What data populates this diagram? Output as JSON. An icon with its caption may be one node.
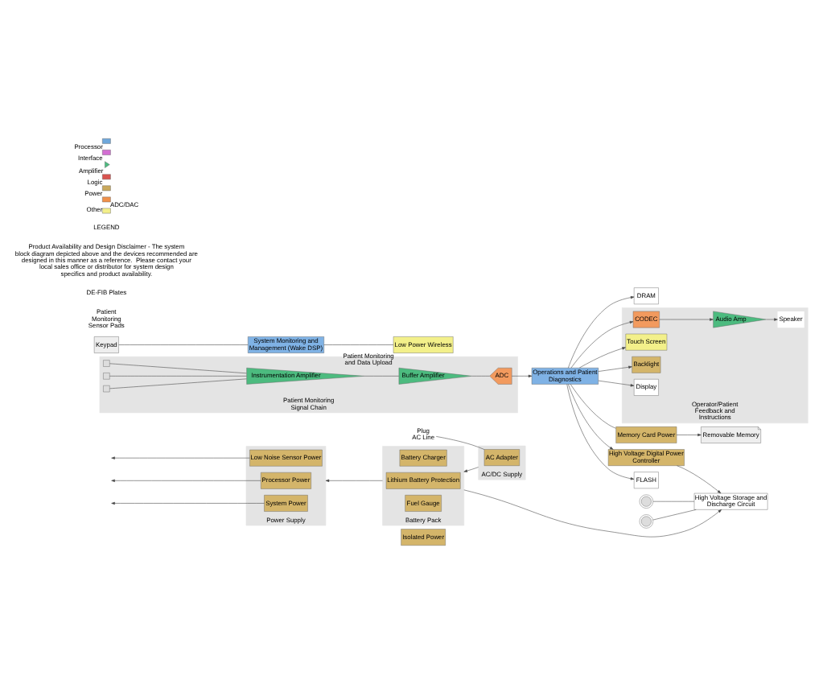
{
  "diagram": {
    "nodes": [
      {
        "text": [
          "Isolated Power"
        ]
      },
      {
        "text": [
          "Patient Monitoring Signal Chain"
        ]
      },
      {
        "text": [],
        "shape": "box",
        "in": 1
      },
      {
        "text": [],
        "shape": "box",
        "in": 1
      },
      {
        "text": [],
        "shape": "box",
        "in": 1
      },
      {
        "text": [
          "Instrumentation Amplifier"
        ],
        "in": 1
      },
      {
        "text": [
          "Buffer Amplifier"
        ],
        "in": 1
      },
      {
        "text": [
          "ADC"
        ],
        "in": 1
      },
      {
        "text": [],
        "shape": "circle"
      },
      {
        "text": [],
        "shape": "circle"
      },
      {
        "text": [
          "High Voltage Storage and Discharge Circuit"
        ]
      },
      {
        "text": [
          "High Voltage Digital Power Controller"
        ]
      },
      {
        "text": [
          "FLASH"
        ]
      },
      {
        "text": [
          "DRAM"
        ]
      },
      {
        "text": [
          "Removable Memory"
        ]
      },
      {
        "text": [
          "Memory Card Power"
        ]
      },
      {
        "text": [
          "Operations and Patient Diagnostics"
        ]
      },
      {
        "text": [
          "System Monitoring and Management (Wake DSP)"
        ]
      },
      {
        "text": [
          "Operator/Patient Feedback and Instructions"
        ]
      },
      {
        "text": [
          "CODEC"
        ],
        "in": 18
      },
      {
        "text": [
          "Audio Amp"
        ],
        "in": 18
      },
      {
        "text": [
          "Speaker"
        ],
        "in": 18
      },
      {
        "text": [
          "Touch Screen"
        ],
        "in": 18
      },
      {
        "text": [
          "Backlight"
        ],
        "in": 18
      },
      {
        "text": [
          "Display"
        ],
        "in": 18
      },
      {
        "text": [
          "Keypad"
        ]
      },
      {
        "text": [
          "Low Power Wireless"
        ],
        "beside": [
          "Patient Monitoring and Data Upload"
        ]
      },
      {
        "text": [
          "Power Supply"
        ]
      },
      {
        "text": [
          "Low Noise Sensor Power"
        ],
        "in": 27
      },
      {
        "text": [
          "Processor Power"
        ],
        "in": 27
      },
      {
        "text": [
          "System Power"
        ],
        "in": 27
      },
      {
        "text": [
          "Battery Pack"
        ]
      },
      {
        "text": [
          "Battery Charger"
        ],
        "in": 31
      },
      {
        "text": [
          "Lithium Battery Protection"
        ],
        "in": 31
      },
      {
        "text": [
          "Fuel Gauge"
        ],
        "in": 31
      },
      {
        "text": [
          "AC/DC Supply"
        ]
      },
      {
        "text": [
          "AC Adapter"
        ],
        "in": 35
      },
      {
        "text": [
          "Plug",
          "AC Line"
        ]
      }
    ],
    "edges": [
      {
        "from": 2,
        "to": 5,
        "arrow": "none"
      },
      {
        "from": 3,
        "to": 5,
        "arrow": "none"
      },
      {
        "from": 4,
        "to": 5,
        "arrow": "none"
      },
      {
        "from": 5,
        "to": 6,
        "arrow": "none"
      },
      {
        "from": 6,
        "to": 7,
        "arrow": "none"
      },
      {
        "from": 7,
        "to": 16,
        "arrow": "to"
      },
      {
        "from": 16,
        "to": 11,
        "arrow": "to"
      },
      {
        "from": 11,
        "to": 10,
        "arrow": "to"
      },
      {
        "from": 8,
        "to": 10,
        "arrow": "none"
      },
      {
        "from": 9,
        "to": 10,
        "arrow": "none"
      },
      {
        "from": 31,
        "to": 10,
        "arrow": "to"
      },
      {
        "from": 31,
        "to": 27,
        "arrow": "to"
      },
      {
        "from": 35,
        "to": 31,
        "arrow": "to"
      },
      {
        "from": 28,
        "to": null,
        "arrow": "to"
      },
      {
        "from": 29,
        "to": null,
        "arrow": "to"
      },
      {
        "from": 30,
        "to": null,
        "arrow": "to"
      },
      {
        "from": 16,
        "to": 12,
        "arrow": "to"
      },
      {
        "from": 16,
        "to": 13,
        "arrow": "to"
      },
      {
        "from": 16,
        "to": 15,
        "arrow": "none"
      },
      {
        "from": 15,
        "to": 14,
        "arrow": "to"
      },
      {
        "from": 16,
        "to": 19,
        "arrow": "to"
      },
      {
        "from": 19,
        "to": 20,
        "arrow": "to"
      },
      {
        "from": 20,
        "to": 21,
        "arrow": "to"
      },
      {
        "from": 16,
        "to": 22,
        "arrow": "to"
      },
      {
        "from": 16,
        "to": 23,
        "arrow": "to"
      },
      {
        "from": 16,
        "to": 24,
        "arrow": "to"
      },
      {
        "from": 25,
        "to": 17,
        "arrow": "none"
      },
      {
        "from": 17,
        "to": 26,
        "arrow": "none"
      },
      {
        "from": 37,
        "to": 36,
        "arrow": "none"
      }
    ],
    "labels": [
      "Patient Monitoring Sensor Pads",
      "DE-FIB Plates",
      "Product Availability and Design Disclaimer - The system block diagram depicted above and the devices recommended are designed in this manner as a reference.  Please contact your local sales office or distributor for system design specifics and product availability.",
      "LEGEND"
    ],
    "legend": [
      {
        "text": "Processor",
        "color": "#6fa8dc"
      },
      {
        "text": "Interface",
        "color": "#d36fd3"
      },
      {
        "text": "Amplifier"
      },
      {
        "text": "Logic",
        "color": "#d9534f"
      },
      {
        "text": "Power",
        "color": "#c9a95c"
      },
      {
        "text": "ADC/DAC",
        "color": "#f0904a"
      },
      {
        "text": "Other",
        "color": "#f3ef8a"
      }
    ]
  }
}
